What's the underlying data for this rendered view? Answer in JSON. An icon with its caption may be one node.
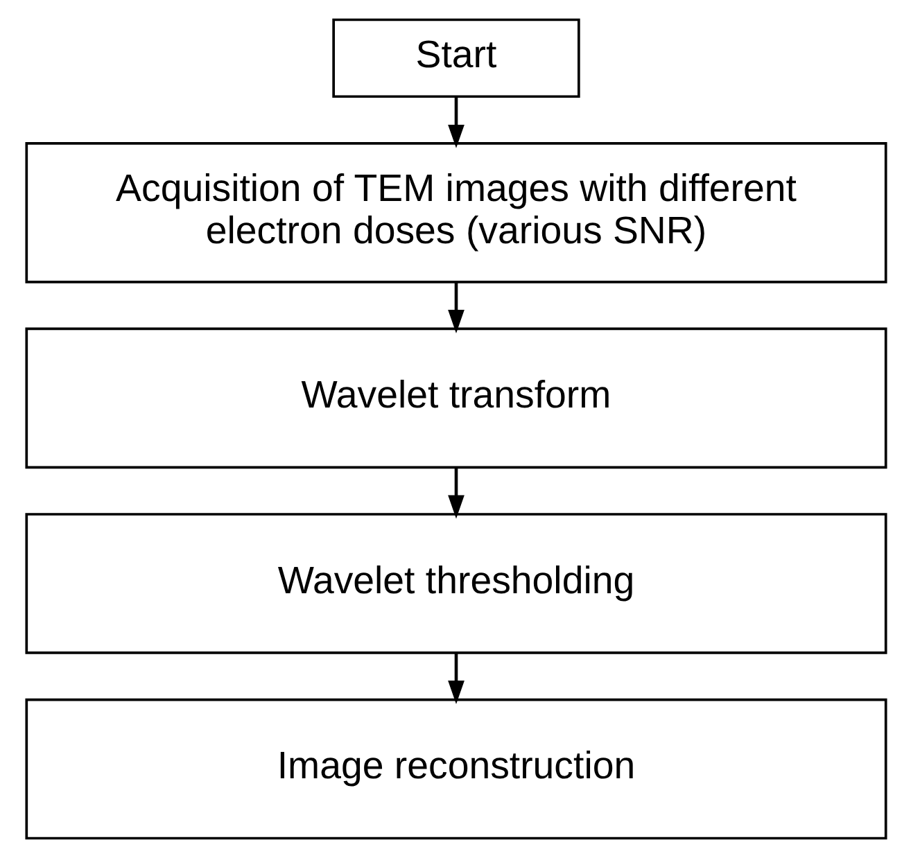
{
  "diagram": {
    "nodes": [
      {
        "text": [
          "Start"
        ]
      },
      {
        "text": [
          "Acquisition of TEM images with different electron doses (various SNR)"
        ]
      },
      {
        "text": [
          "Wavelet transform"
        ]
      },
      {
        "text": [
          "Wavelet thresholding"
        ]
      },
      {
        "text": [
          "Image reconstruction"
        ]
      }
    ],
    "edges": [
      {
        "from": 0,
        "to": 1,
        "arrow": "to"
      },
      {
        "from": 1,
        "to": 2,
        "arrow": "to"
      },
      {
        "from": 2,
        "to": 3,
        "arrow": "to"
      },
      {
        "from": 3,
        "to": 4,
        "arrow": "to"
      }
    ]
  }
}
